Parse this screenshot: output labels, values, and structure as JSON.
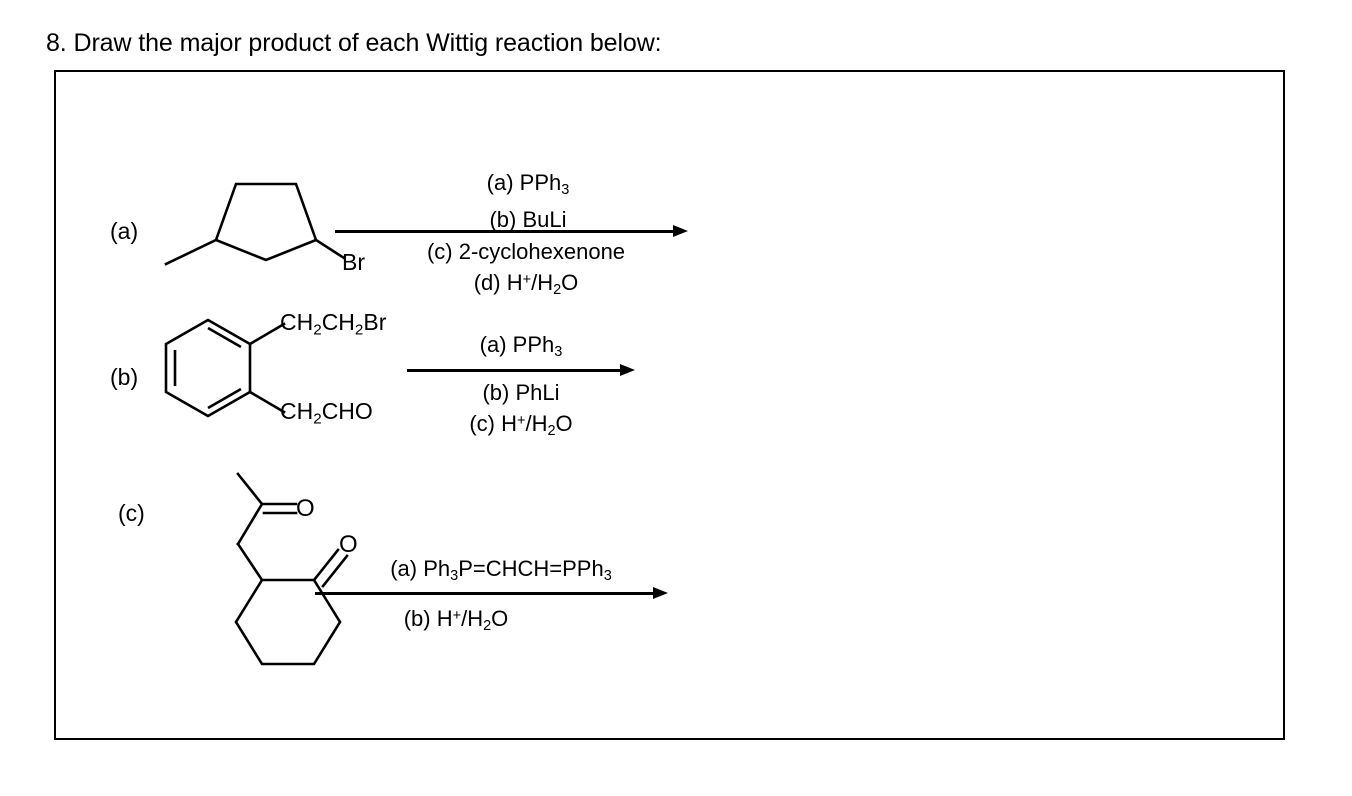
{
  "page": {
    "heading": "8. Draw the major product of each Wittig reaction below:",
    "background_color": "#ffffff",
    "ink_color": "#000000"
  },
  "answer_box": {
    "name": "answer-area",
    "border_color": "#000000",
    "content": ""
  },
  "reactions": [
    {
      "label": "(a)",
      "substrate": {
        "name": "1-bromo-3-methylcyclopentane",
        "skeleton": "cyclopentane",
        "atom_labels": [
          "Br"
        ],
        "substituents": [
          "methyl",
          "Br"
        ]
      },
      "reagents_above": [
        "(a) PPh3",
        "(b) BuLi"
      ],
      "reagents_below": [
        "(c) 2-cyclohexenone",
        "(d) H+/H2O"
      ],
      "reagents_above_display": [
        {
          "prefix": "(a) PPh",
          "sub": "3",
          "suffix": ""
        },
        {
          "prefix": "(b) BuLi",
          "sub": "",
          "suffix": ""
        }
      ],
      "reagents_below_display": [
        {
          "text": "(c) 2-cyclohexenone"
        },
        {
          "text": "(d) H+/H2O"
        }
      ],
      "product": ""
    },
    {
      "label": "(b)",
      "substrate": {
        "name": "2-(2-bromoethyl)phenylacetaldehyde",
        "skeleton": "benzene",
        "atom_labels": [
          "CH2CH2Br",
          "CH2CHO"
        ],
        "substituents": [
          "CH2CH2Br",
          "CH2CHO"
        ]
      },
      "reagents_above": [
        "(a) PPh3"
      ],
      "reagents_below": [
        "(b) PhLi",
        "(c) H+/H2O"
      ],
      "product": ""
    },
    {
      "label": "(c)",
      "substrate": {
        "name": "2-(2-oxopropyl)cyclohexan-1-one",
        "skeleton": "cyclohexanone",
        "atom_labels": [
          "O",
          "O"
        ],
        "substituents": [
          "2-oxopropyl",
          "ketone"
        ]
      },
      "reagents_above": [
        "(a) Ph3P=CHCH=PPh3"
      ],
      "reagents_below": [
        "(b) H+/H2O"
      ],
      "product": ""
    }
  ],
  "labels": {
    "a_label": "(a)",
    "b_label": "(b)",
    "c_label": "(c)",
    "br_label": "Br",
    "ch2ch2br_label": "CH",
    "ch2cho_label": "CH",
    "oxygen_label": "O"
  },
  "text": {
    "pph3_a": "(a) PPh",
    "pph3_sub": "3",
    "buli": "(b) BuLi",
    "cyclohexenone": "(c) 2-cyclohexenone",
    "h_plus_water_d": "(d) H",
    "h_plus_water_c": "(c) H",
    "h_plus_water_b": "(b) H",
    "plus": "+",
    "slash_h": "/H",
    "two": "2",
    "o": "O",
    "phli": "(b) PhLi",
    "ylide_1": "(a) Ph",
    "ylide_3a": "3",
    "ylide_2": "P=CHCH=PPh",
    "ylide_3b": "3",
    "ch": "CH",
    "sub2": "2",
    "ch2br_rest": "CH",
    "br": "Br",
    "cho_rest": "CHO"
  }
}
